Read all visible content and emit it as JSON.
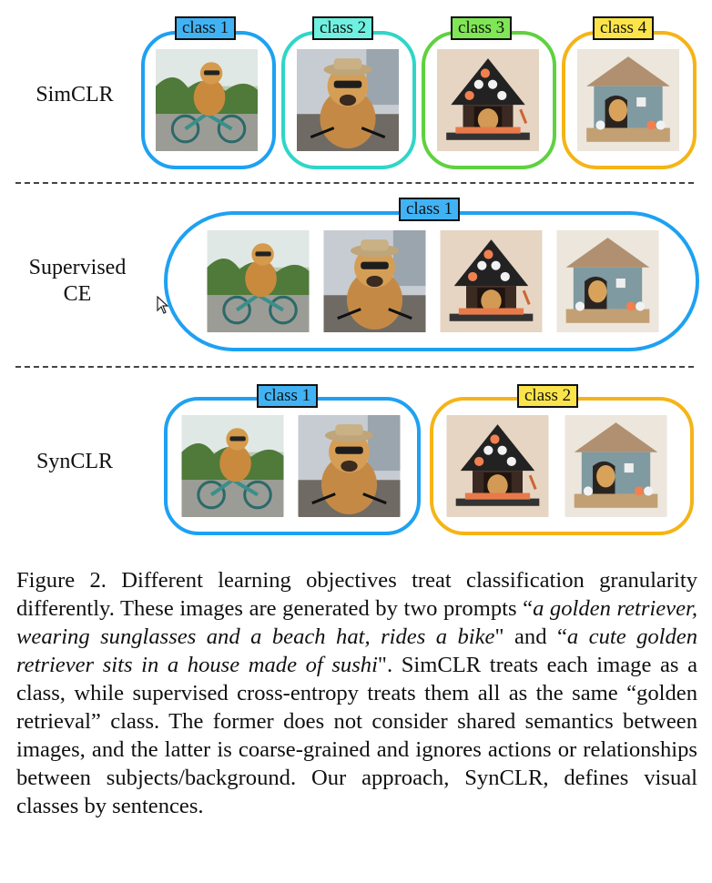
{
  "rows": {
    "simclr": "SimCLR",
    "supervised_line1": "Supervised",
    "supervised_line2": "CE",
    "synclr": "SynCLR"
  },
  "tags": {
    "class1": "class 1",
    "class2": "class 2",
    "class3": "class 3",
    "class4": "class 4"
  },
  "colors": {
    "blue": "#1ea1f2",
    "cyan": "#2fd6c8",
    "green": "#5fd13f",
    "yellow": "#f5b417"
  },
  "caption": {
    "prefix": "Figure 2. Different learning objectives treat classification granularity differently. These images are generated by two prompts “",
    "prompt1": "a golden retriever, wearing sunglasses and a beach hat, rides a bike",
    "mid": "\" and “",
    "prompt2": "a cute golden retriever sits in a house made of sushi",
    "suffix": "\". SimCLR treats each image as a class, while supervised cross-entropy treats them all as the same “golden retrieval” class. The former does not consider shared semantics between images, and the latter is coarse-grained and ignores actions or relationships between subjects/background. Our approach, SynCLR, defines visual classes by sentences."
  }
}
